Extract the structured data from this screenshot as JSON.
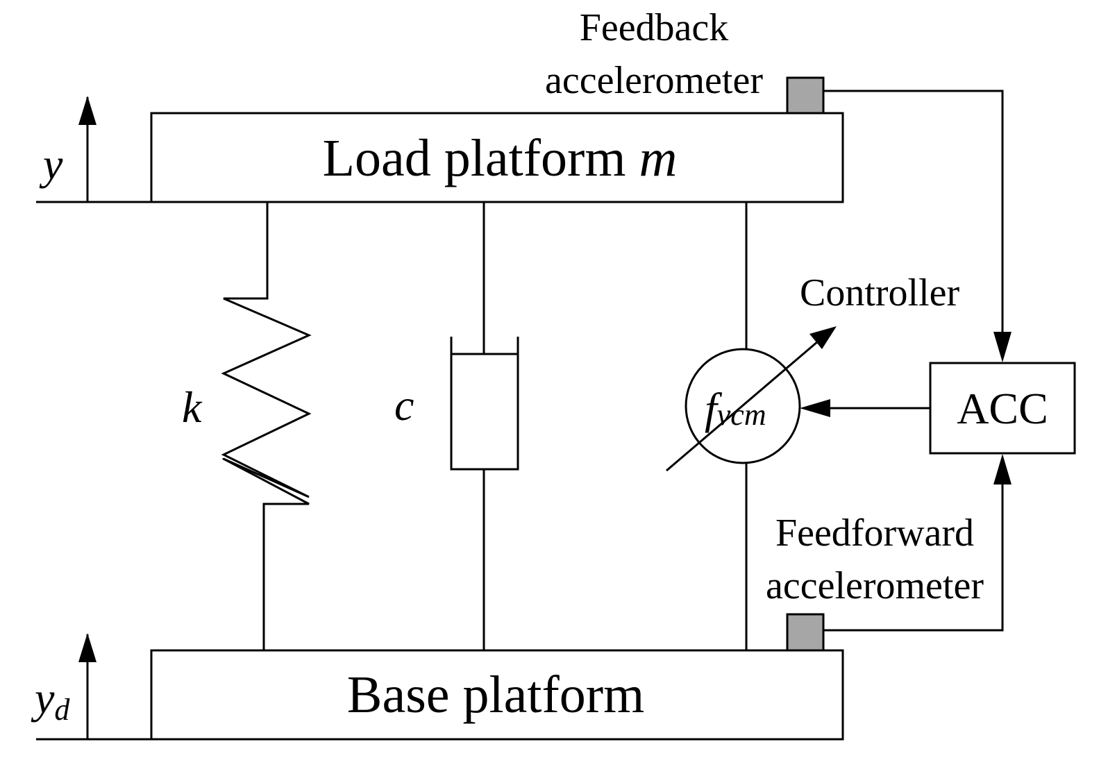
{
  "labels": {
    "load_platform": "Load platform",
    "load_mass": "m",
    "base_platform": "Base platform",
    "stiffness": "k",
    "damping": "c",
    "force_main": "f",
    "force_sub": "vcm",
    "controller": "Controller",
    "acc": "ACC",
    "feedback_line1": "Feedback",
    "feedback_line2": "accelerometer",
    "feedforward_line1": "Feedforward",
    "feedforward_line2": "accelerometer",
    "y_main": "y",
    "yd_main": "y",
    "yd_sub": "d"
  },
  "colors": {
    "line": "#000000",
    "sensor_fill": "#a6a6a6",
    "background": "#ffffff"
  }
}
